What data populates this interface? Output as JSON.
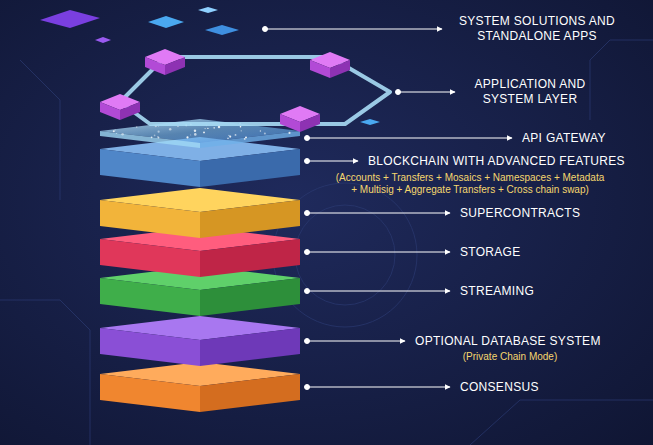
{
  "diagram": {
    "labels": [
      "SYSTEM SOLUTIONS AND STANDALONE APPS",
      "APPLICATION AND SYSTEM LAYER",
      "API GATEWAY",
      "BLOCKCHAIN WITH ADVANCED FEATURES",
      "(Accounts + Transfers + Mosaics + Namespaces + Metadata + Multisig + Aggregate Transfers + Cross chain swap)",
      "SUPERCONTRACTS",
      "STORAGE",
      "STREAMING",
      "OPTIONAL DATABASE SYSTEM",
      "(Private Chain Mode)",
      "CONSENSUS"
    ]
  }
}
